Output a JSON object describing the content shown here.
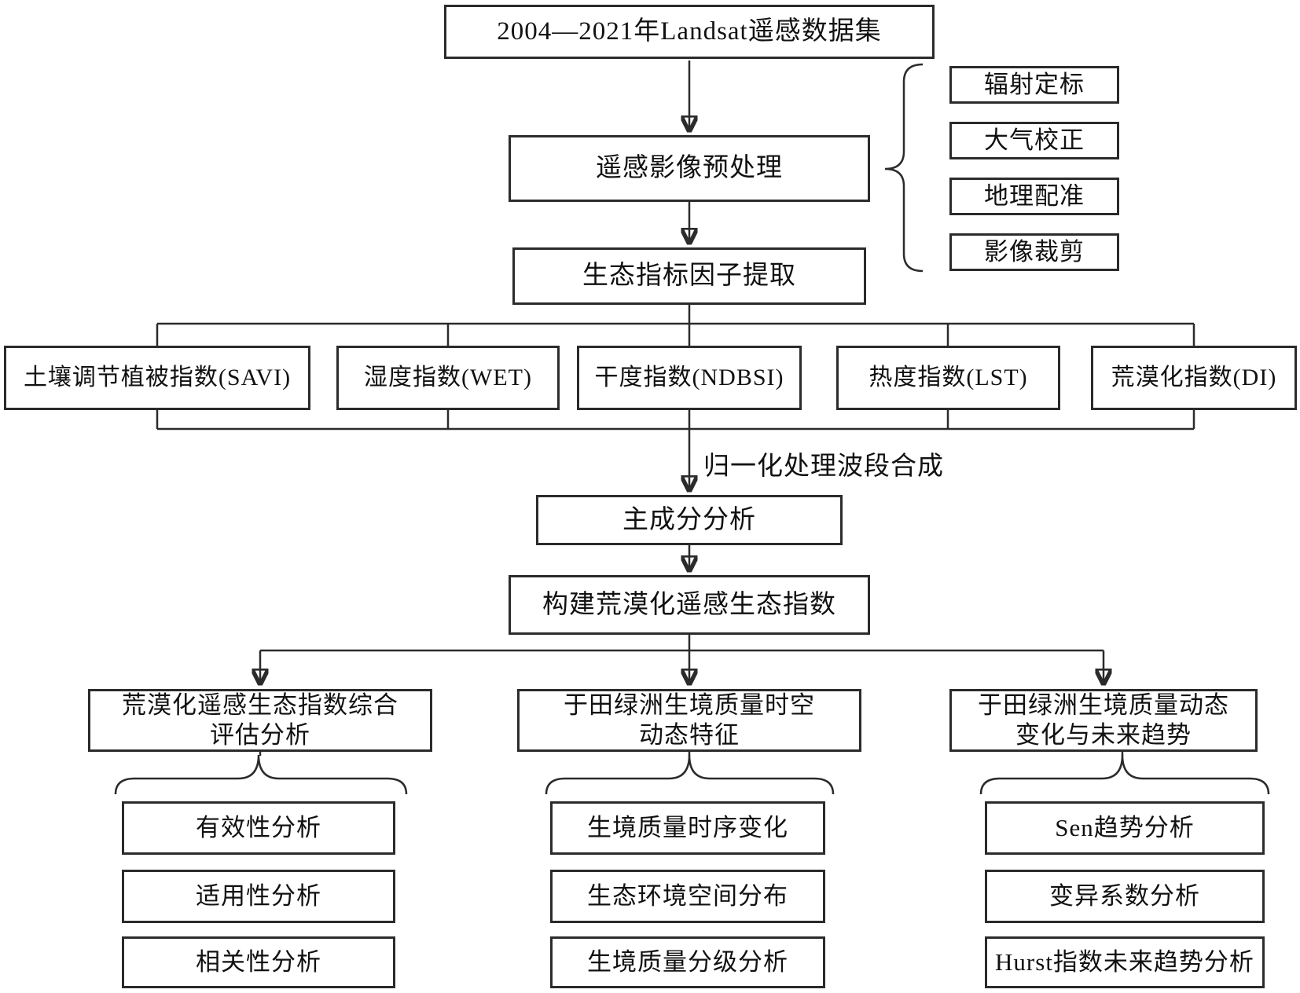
{
  "flowchart": {
    "ink_color": "#2b2b2b",
    "dataset": "2004—2021年Landsat遥感数据集",
    "preprocess": "遥感影像预处理",
    "preprocess_steps": [
      "辐射定标",
      "大气校正",
      "地理配准",
      "影像裁剪"
    ],
    "extract": "生态指标因子提取",
    "indicators": [
      "土壤调节植被指数(SAVI)",
      "湿度指数(WET)",
      "干度指数(NDBSI)",
      "热度指数(LST)",
      "荒漠化指数(DI)"
    ],
    "normalize_label": "归一化处理波段合成",
    "pca": "主成分分析",
    "build_index": "构建荒漠化遥感生态指数",
    "branches": [
      {
        "title_line1": "荒漠化遥感生态指数综合",
        "title_line2": "评估分析",
        "items": [
          "有效性分析",
          "适用性分析",
          "相关性分析"
        ]
      },
      {
        "title_line1": "于田绿洲生境质量时空",
        "title_line2": "动态特征",
        "items": [
          "生境质量时序变化",
          "生态环境空间分布",
          "生境质量分级分析"
        ]
      },
      {
        "title_line1": "于田绿洲生境质量动态",
        "title_line2": "变化与未来趋势",
        "items": [
          "Sen趋势分析",
          "变异系数分析",
          "Hurst指数未来趋势分析"
        ]
      }
    ]
  }
}
